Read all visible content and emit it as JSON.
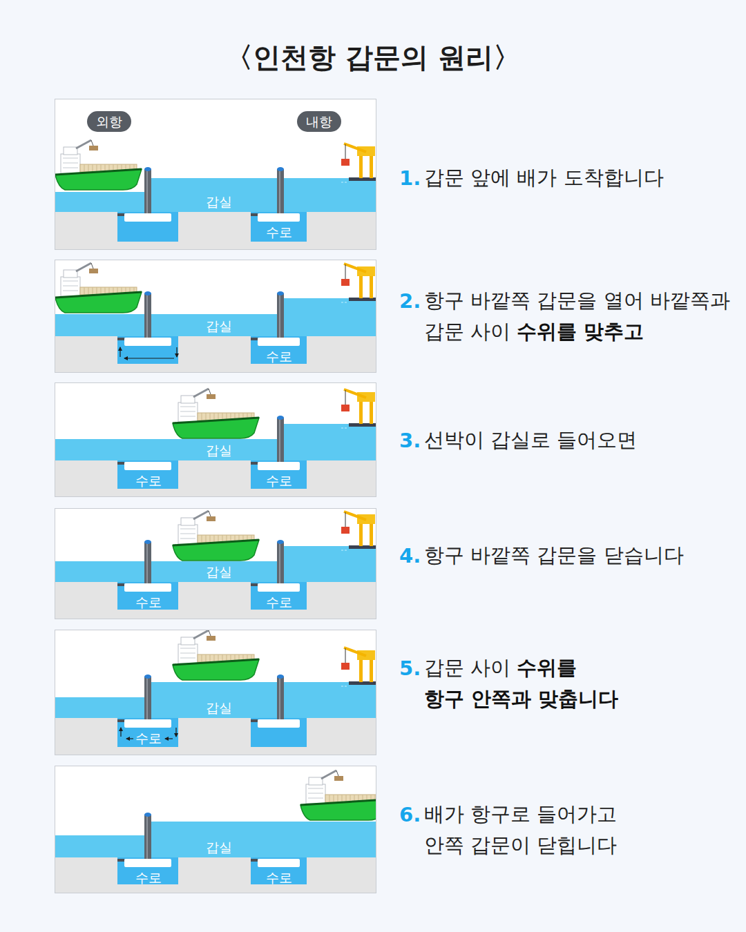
{
  "diagram": {
    "title": "〈인천항 갑문의 원리〉",
    "nodes": [
      {
        "text": [
          "갑실",
          "수로"
        ]
      },
      {
        "text": [
          "외항"
        ],
        "in": 0
      },
      {
        "text": [
          "내항"
        ],
        "in": 0
      },
      {
        "text": [
          "갑실",
          "수로"
        ]
      },
      {
        "text": [
          "갑실",
          "수로",
          "수로"
        ]
      },
      {
        "text": [
          "갑실",
          "수로",
          "수로"
        ]
      },
      {
        "text": [
          "갑실",
          "수로"
        ]
      },
      {
        "text": [
          "갑실",
          "수로",
          "수로"
        ]
      }
    ],
    "labels": [
      "1.",
      "갑문 앞에 배가 도착합니다",
      "2.",
      "항구 바깥쪽 갑문을 열어 바깥쪽과",
      "갑문 사이",
      "수위를 맞추고",
      "3.",
      "선박이 갑실로 들어오면",
      "4.",
      "항구 바깥쪽 갑문을 닫습니다",
      "5.",
      "갑문 사이",
      "수위를",
      "항구 안쪽과 맞춥니다",
      "6.",
      "배가 항구로 들어가고",
      "안쪽 갑문이 닫힙니다"
    ]
  }
}
